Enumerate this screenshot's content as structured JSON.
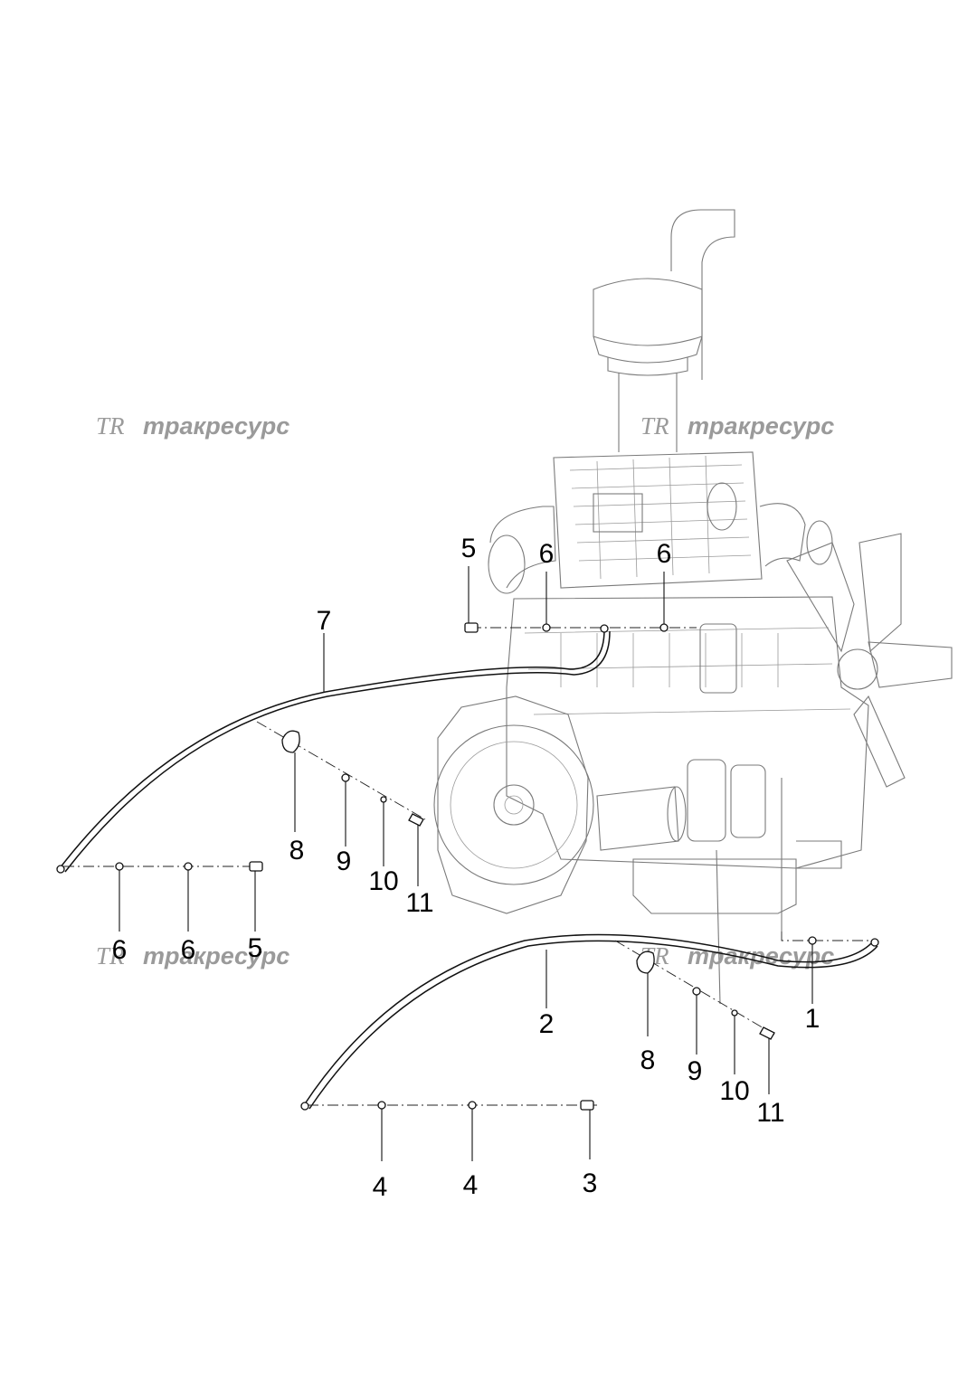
{
  "watermark": {
    "logo": "TR",
    "text": "тракресурс"
  },
  "callouts": {
    "top_5": "5",
    "top_6a": "6",
    "top_6b": "6",
    "hose_7": "7",
    "left_8": "8",
    "left_9": "9",
    "left_10": "10",
    "left_11": "11",
    "left_6a": "6",
    "left_6b": "6",
    "left_5": "5",
    "hose_2": "2",
    "hose_1": "1",
    "right_8": "8",
    "right_9": "9",
    "right_10": "10",
    "right_11": "11",
    "bottom_4a": "4",
    "bottom_4b": "4",
    "bottom_3": "3"
  },
  "colors": {
    "line": "#111111",
    "engine": "#7a7a7a",
    "watermark": "#9a9a9a",
    "background": "#ffffff"
  }
}
